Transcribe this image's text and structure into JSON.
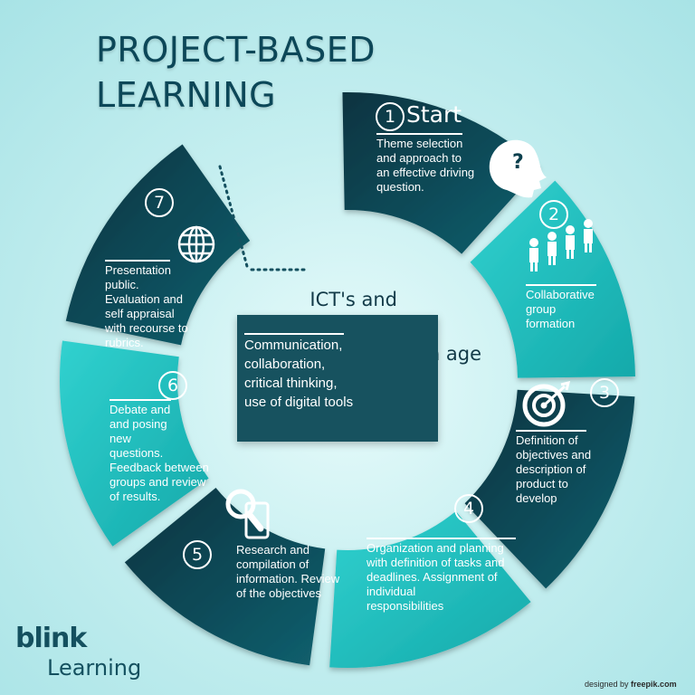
{
  "title": {
    "line1": "PROJECT-BASED",
    "line2": "LEARNING"
  },
  "start_label": "Start",
  "steps": [
    {
      "num": "1",
      "text": "Theme selection\nand approach to\nan effective driving\nquestion.",
      "icon": "head-question-icon",
      "color": "#0b3f4d"
    },
    {
      "num": "2",
      "text": "Collaborative\ngroup\nformation",
      "icon": "people-icon",
      "color": "#1fb9b8"
    },
    {
      "num": "3",
      "text": "Definition of\nobjectives and\ndescription of\nproduct to\ndevelop",
      "icon": "target-icon",
      "color": "#0b3f4d"
    },
    {
      "num": "4",
      "text": "Organization and planning\nwith definition of tasks and\ndeadlines. Assignment of\nindividual\nresponsibilities",
      "icon": "",
      "color": "#1fb9b8"
    },
    {
      "num": "5",
      "text": "Research and\ncompilation of\ninformation. Review\nof the objectives",
      "icon": "magnifier-tablet-icon",
      "color": "#0b3f4d"
    },
    {
      "num": "6",
      "text": "Debate and\nand posing\n new\nquestions.\n      Feedback between\ngroups and review\nof results.",
      "icon": "",
      "color": "#1fb9b8"
    },
    {
      "num": "7",
      "text": "Presentation\npublic.\nEvaluation and\nself appraisal\nwith recourse to\nrubrics.",
      "icon": "globe-icon",
      "color": "#0b3f4d"
    }
  ],
  "center": {
    "heading_line1": "ICT's and",
    "heading_line2": "skills for the modern age",
    "box_text": "Communication,\ncollaboration,\ncritical thinking,\nuse of digital tools"
  },
  "logo": {
    "line1": "blink",
    "line2": "Learning"
  },
  "credit": {
    "prefix": "designed by ",
    "brand": "freepik.com"
  }
}
